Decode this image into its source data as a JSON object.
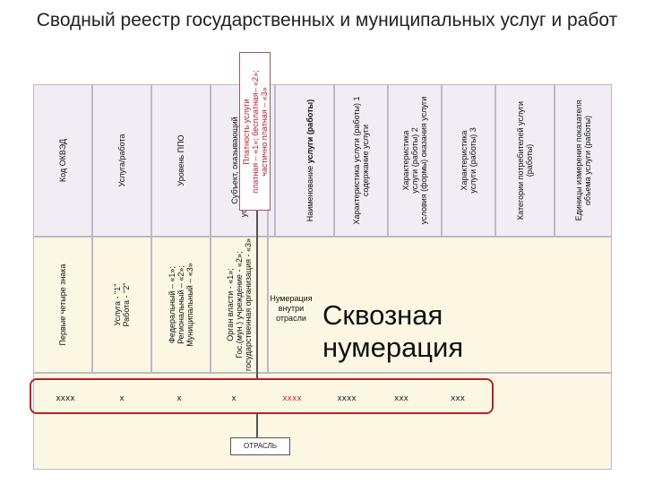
{
  "title": "Сводный реестр государственных и муниципальных услуг и работ",
  "headers": {
    "okved": "Код ОКВЭД",
    "service_work": "Услуга/работа",
    "ppo_level": "Уровень ППО",
    "subject": "Субъект, оказывающий\nуслугу (выполняющий работу)",
    "payment": "Платность услуги\nплатная – «1»; бесплатная– «2»;\nчастично платная – «3»",
    "name_prefix": "Наименование",
    "name_bold": "услуги (работы)",
    "char1": "Характеристика услуги (работы) 1\nсодержание услуги",
    "char2": "Характеристика\nуслуги (работы) 2\nусловия (формы) оказания услуги",
    "char3": "Характеристика\nуслуги (работы) 3",
    "consumers": "Категории потребителей услуги\n(работы)",
    "units": "Единицы измерения показателя\nобъема услуги (работы)"
  },
  "descriptions": {
    "okved": "Первые четыре знака",
    "service_work": "Услуга - \"1\"\nРабота - \"2\"",
    "ppo_level": "Федеральный – «1»;\nРегиональный – «2»;\nМуниципальный – «3»",
    "subject": "Орган власти - «1»;\nГос.(мун.) учреждение - «2»;\nгосударственная организация - «3»",
    "numbering": "Нумерация\nвнутри\nотрасли",
    "through_numbering": "Сквозная\nнумерация"
  },
  "codes": [
    "хххх",
    "х",
    "х",
    "х",
    "хххх",
    "хххх",
    "ххх",
    "ххх"
  ],
  "industry_label": "ОТРАСЛЬ",
  "colors": {
    "accent_red": "#b52226",
    "grid_bg": "#ebe6ef",
    "header_bg": "#f2ecf5",
    "yellow_bg": "#fbf7e3"
  }
}
